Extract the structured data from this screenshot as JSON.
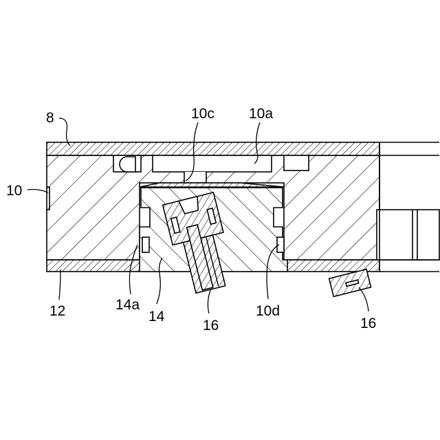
{
  "labels": {
    "part_8": "8",
    "part_10c": "10c",
    "part_10a": "10a",
    "part_10": "10",
    "part_12": "12",
    "part_14a": "14a",
    "part_14": "14",
    "part_16_center": "16",
    "part_10d": "10d",
    "part_16_right": "16"
  }
}
